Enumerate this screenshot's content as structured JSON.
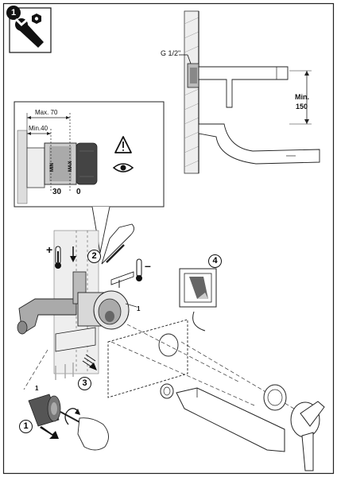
{
  "step_number": "1",
  "icon": "wrench-nut-icon",
  "dimension_labels": {
    "thread": "G 1/2\"",
    "min_height": "Min.",
    "min_height_value": "150",
    "max_depth": "Max. 70",
    "min_depth": "Min.40",
    "scale_min": "MIN",
    "scale_max": "MAX",
    "depth_value_left": "30",
    "depth_value_right": "0"
  },
  "temperature_signs": {
    "plus": "+",
    "minus": "–"
  },
  "callouts": {
    "c1": "1",
    "c2": "2",
    "c3": "3",
    "c4": "4"
  },
  "part_labels": {
    "body_part": "1",
    "cap_part": "1"
  },
  "icons": [
    "warning-triangle-icon",
    "eye-icon",
    "thermometer-hot-icon",
    "thermometer-cold-icon",
    "rotate-arrow-icon"
  ]
}
